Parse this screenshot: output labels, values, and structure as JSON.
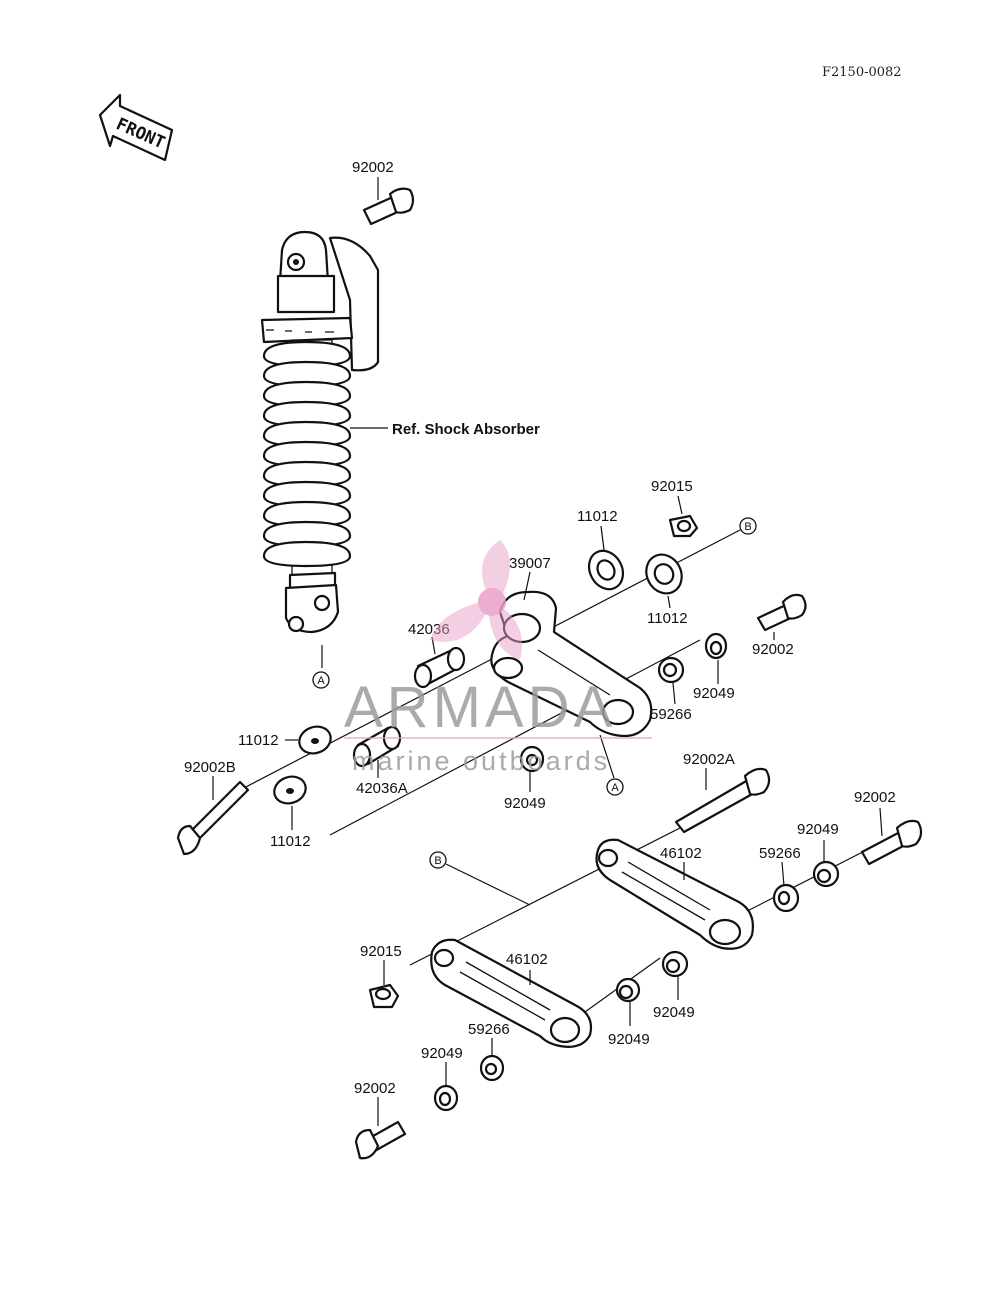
{
  "drawing_code": "F2150-0082",
  "front_label": "FRONT",
  "ref_label": "Ref. Shock Absorber",
  "watermark": {
    "title": "ARMADA",
    "subtitle": "marine outboards",
    "color": "#e8a0c8"
  },
  "reference_markers": {
    "a": "A",
    "b": "B"
  },
  "part_labels": {
    "p92002_top": "92002",
    "p92015_top": "92015",
    "p11012_top": "11012",
    "p39007": "39007",
    "p11012_right": "11012",
    "p92002_right": "92002",
    "p42036": "42036",
    "p92049_right": "92049",
    "p59266_upper": "59266",
    "p11012_left": "11012",
    "p92002B": "92002B",
    "p42036A": "42036A",
    "p11012_bottom": "11012",
    "p92049_mid": "92049",
    "p92002A": "92002A",
    "p92002_far_right": "92002",
    "p92049_far_right": "92049",
    "p59266_right": "59266",
    "p46102_right": "46102",
    "p92015_lower": "92015",
    "p46102_left": "46102",
    "p92049_link_right": "92049",
    "p92049_link_left": "92049",
    "p59266_lower": "59266",
    "p92049_lower_left": "92049",
    "p92002_bottom": "92002"
  }
}
